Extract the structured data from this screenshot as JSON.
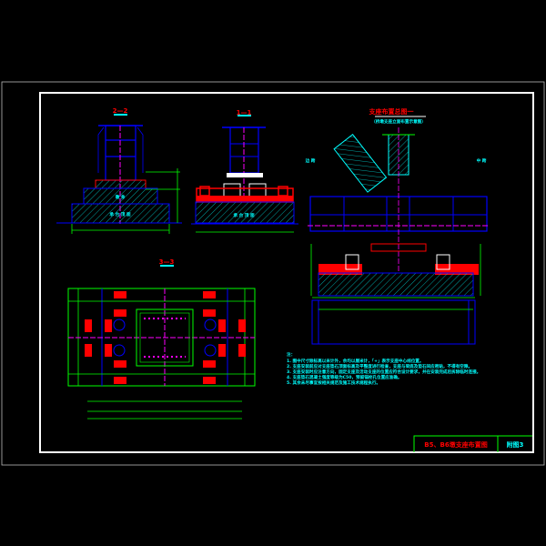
{
  "drawing": {
    "title": "B5、B6墩支座布置图",
    "sheet_no": "附图3",
    "section_2": "2—2",
    "section_1": "1—1",
    "section_3": "3—3",
    "right_title": "支座布置总图一",
    "right_subtitle": "（桥墩支座立面布置示意图）",
    "left_span": "边 跨",
    "mid_span": "中 跨",
    "pier_label_a": "墩 身",
    "pier_label_b": "承 台 顶 面",
    "notes_heading": "注：",
    "notes": [
      "1. 图中尺寸除标高以米计外，余均以厘米计，「+」表示支座中心线位置。",
      "2. 支座安装前应对支座垫石顶面标高及平整度进行检查，支座与梁底及垫石间应密贴，不得有空隙。",
      "3. 支座安装时应注意方向，固定支座及活动支座的位置应符合设计要求，并在安装完成后拆除临时连接。",
      "4. 支座垫石混凝土强度等级为C50，预留锚栓孔位置应准确。",
      "5. 其余未尽事宜按相关规范及施工技术规程执行。"
    ],
    "colors": {
      "line": "#00ff00",
      "accent": "#ff0000",
      "text": "#00ffff",
      "struct": "#0000ff",
      "axis": "#ff00ff"
    }
  }
}
